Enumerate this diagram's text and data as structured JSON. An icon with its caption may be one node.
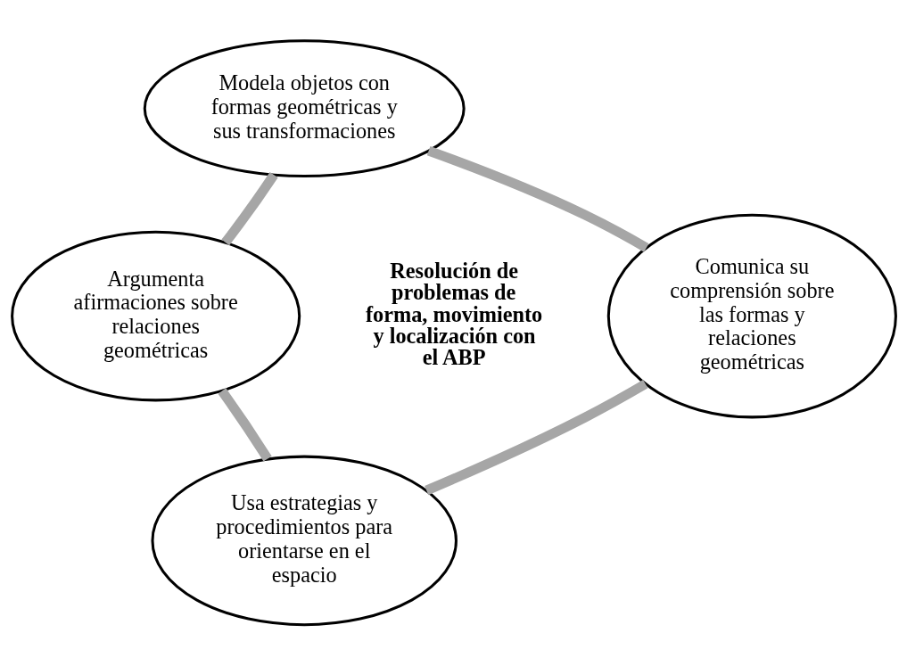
{
  "diagram": {
    "nodes": [
      {
        "text": [
          "Modela objetos con formas geométricas y sus transformaciones"
        ]
      },
      {
        "text": [
          "Argumenta afirmaciones sobre relaciones geométricas"
        ]
      },
      {
        "text": [
          "Comunica su comprensión sobre las formas y relaciones geométricas"
        ]
      },
      {
        "text": [
          "Usa estrategias y procedimientos para orientarse en el espacio"
        ]
      }
    ],
    "edges": [
      {
        "from": 0,
        "to": 2,
        "arrow": "none",
        "color": "#a6a6a6"
      },
      {
        "from": 2,
        "to": 3,
        "arrow": "none",
        "color": "#a6a6a6"
      },
      {
        "from": 3,
        "to": 1,
        "arrow": "none",
        "color": "#a6a6a6"
      },
      {
        "from": 1,
        "to": 0,
        "arrow": "none",
        "color": "#a6a6a6"
      }
    ],
    "labels": [
      "Resolución de problemas de forma, movimiento y localización con el ABP"
    ]
  }
}
